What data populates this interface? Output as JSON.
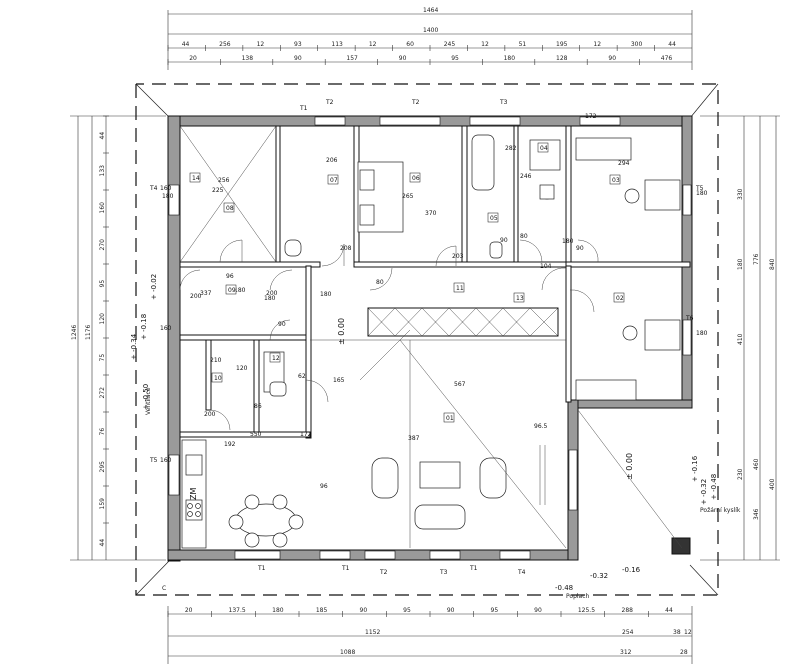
{
  "drawing": {
    "dims_top": {
      "row1": [
        "1464"
      ],
      "row2": [
        "1400"
      ],
      "row3": [
        "44",
        "256",
        "12",
        "93",
        "113",
        "12",
        "60",
        "245",
        "12",
        "51",
        "195",
        "12",
        "300",
        "44"
      ],
      "row4": [
        "20",
        "138",
        "90",
        "157",
        "90",
        "95",
        "180",
        "128",
        "90",
        "476"
      ]
    },
    "dims_bottom": {
      "row1": [
        "20",
        "137.5",
        "180",
        "185",
        "90",
        "95",
        "90",
        "95",
        "90",
        "125.5",
        "288",
        "44"
      ],
      "row2": [
        "1152",
        "254",
        "38",
        "12"
      ],
      "row3": [
        "1088",
        "312",
        "28"
      ]
    },
    "dims_left": {
      "row1": [
        "1246"
      ],
      "row2": [
        "1176"
      ],
      "row3": [
        "44",
        "133",
        "160",
        "270",
        "95",
        "120",
        "75",
        "272",
        "76",
        "295",
        "159",
        "44"
      ]
    },
    "dims_right": {
      "row1": [
        "840",
        "400"
      ],
      "row2": [
        "776",
        "460",
        "346"
      ],
      "row3": [
        "330",
        "180",
        "410",
        "230"
      ]
    },
    "room_dims": [
      "256",
      "206",
      "265",
      "370",
      "282",
      "294",
      "225",
      "246",
      "172",
      "104",
      "90",
      "90",
      "80",
      "180",
      "180",
      "337",
      "192",
      "550",
      "567",
      "387",
      "96",
      "96",
      "210",
      "120",
      "200",
      "180",
      "200",
      "180",
      "80",
      "90",
      "62",
      "86",
      "172",
      "208",
      "203",
      "165",
      "96.5",
      "160",
      "160",
      "160",
      "180",
      "180",
      "180",
      "200"
    ],
    "room_numbers": [
      "08",
      "07",
      "06",
      "05",
      "04",
      "03",
      "02",
      "01",
      "10",
      "09",
      "11",
      "12",
      "13",
      "14"
    ],
    "levels": [
      "± 0.00",
      "± 0.00",
      "+ -0.16",
      "+ -0.32",
      "+ -0.48",
      "+ -0.02",
      "+ -0.18",
      "+ -0.34",
      "+ -0.50",
      "-0.16",
      "-0.32",
      "-0.48"
    ],
    "labels": [
      "ZM",
      "Požární kyslík",
      "Poplach",
      "Ventilace",
      "C"
    ],
    "window_tags": [
      "T1",
      "T1",
      "T1",
      "T1",
      "T2",
      "T2",
      "T2",
      "T3",
      "T3",
      "T4",
      "T4",
      "T5",
      "T5",
      "T6"
    ]
  }
}
